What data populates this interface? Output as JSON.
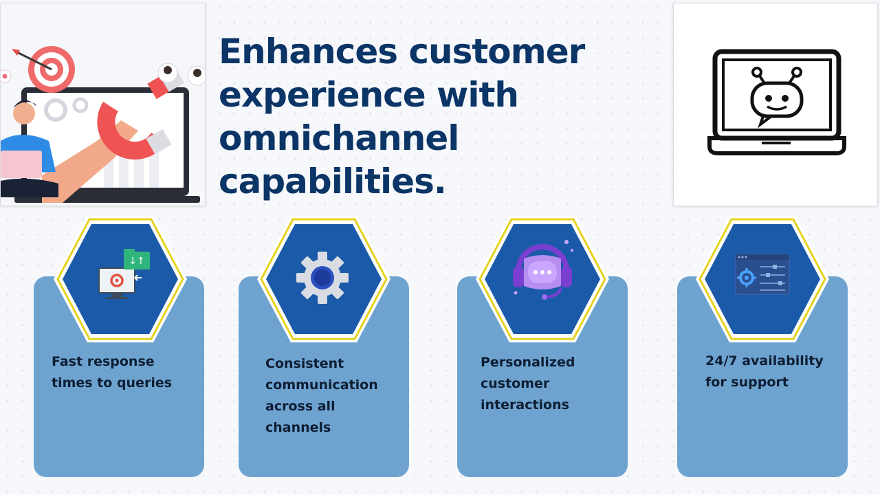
{
  "slide": {
    "title": "Enhances customer experience with omnichannel capabilities.",
    "colors": {
      "title": "#0b3566",
      "card": "#6ea3d0",
      "hex_fill": "#1b5aa9",
      "hex_border": "#e6d21f",
      "card_text": "#0e1e33"
    }
  },
  "illustrations": {
    "left": {
      "icon": "magnet-attracting-customers-illustration"
    },
    "right": {
      "icon": "laptop-chatbot-icon"
    }
  },
  "cards": [
    {
      "label": "Fast response times to queries",
      "lines": [
        "Fast response",
        "times to queries"
      ],
      "icon": "monitor-gear-transfer-icon"
    },
    {
      "label": "Consistent communication across all channels",
      "lines": [
        "Consistent",
        "communication",
        "across all",
        "channels"
      ],
      "icon": "gear-icon"
    },
    {
      "label": "Personalized customer interactions",
      "lines": [
        "Personalized",
        "customer",
        "interactions"
      ],
      "icon": "headset-chat-icon"
    },
    {
      "label": "24/7 availability for support",
      "lines": [
        "24/7 availability",
        "for support"
      ],
      "icon": "settings-panel-icon"
    }
  ]
}
